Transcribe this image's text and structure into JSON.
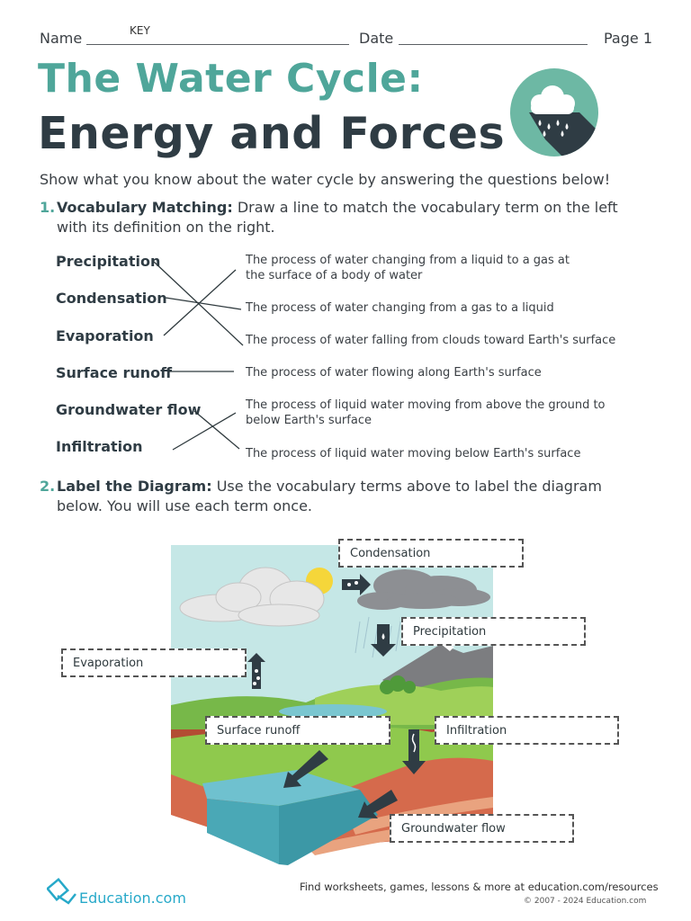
{
  "header": {
    "name_label": "Name",
    "name_value": "KEY",
    "date_label": "Date",
    "page_label": "Page 1"
  },
  "title": {
    "line1": "The Water Cycle:",
    "line2": "Energy and Forces"
  },
  "badge": {
    "icon": "rain-cloud-icon",
    "color": "#6db8a4"
  },
  "intro": "Show what you know about the water cycle by answering the questions below!",
  "question1": {
    "number": "1.",
    "heading": "Vocabulary Matching:",
    "text": "Draw a line to match the vocabulary term on the left with its definition on the right."
  },
  "matching": {
    "terms": [
      "Precipitation",
      "Condensation",
      "Evaporation",
      "Surface runoff",
      "Groundwater flow",
      "Infiltration"
    ],
    "definitions": [
      "The process of water changing from a liquid to a gas at the surface of a body of water",
      "The process of water changing from a gas to a liquid",
      "The process of water falling from clouds toward Earth's surface",
      "The process of water flowing along Earth's surface",
      "The process of liquid water moving from above the ground to below Earth's surface",
      "The process of liquid water moving below Earth's surface"
    ]
  },
  "question2": {
    "number": "2.",
    "heading": "Label the Diagram:",
    "text": "Use the vocabulary terms above to label the diagram below. You will use each term once."
  },
  "diagram_labels": {
    "condensation": "Condensation",
    "precipitation": "Precipitation",
    "evaporation": "Evaporation",
    "surface_runoff": "Surface runoff",
    "infiltration": "Infiltration",
    "groundwater_flow": "Groundwater flow"
  },
  "footer": {
    "logo_text": "Education.com",
    "tagline": "Find worksheets, games, lessons & more at education.com/resources",
    "copyright": "© 2007 - 2024 Education.com"
  },
  "colors": {
    "teal": "#4fa69a",
    "dark": "#2f3c44"
  }
}
